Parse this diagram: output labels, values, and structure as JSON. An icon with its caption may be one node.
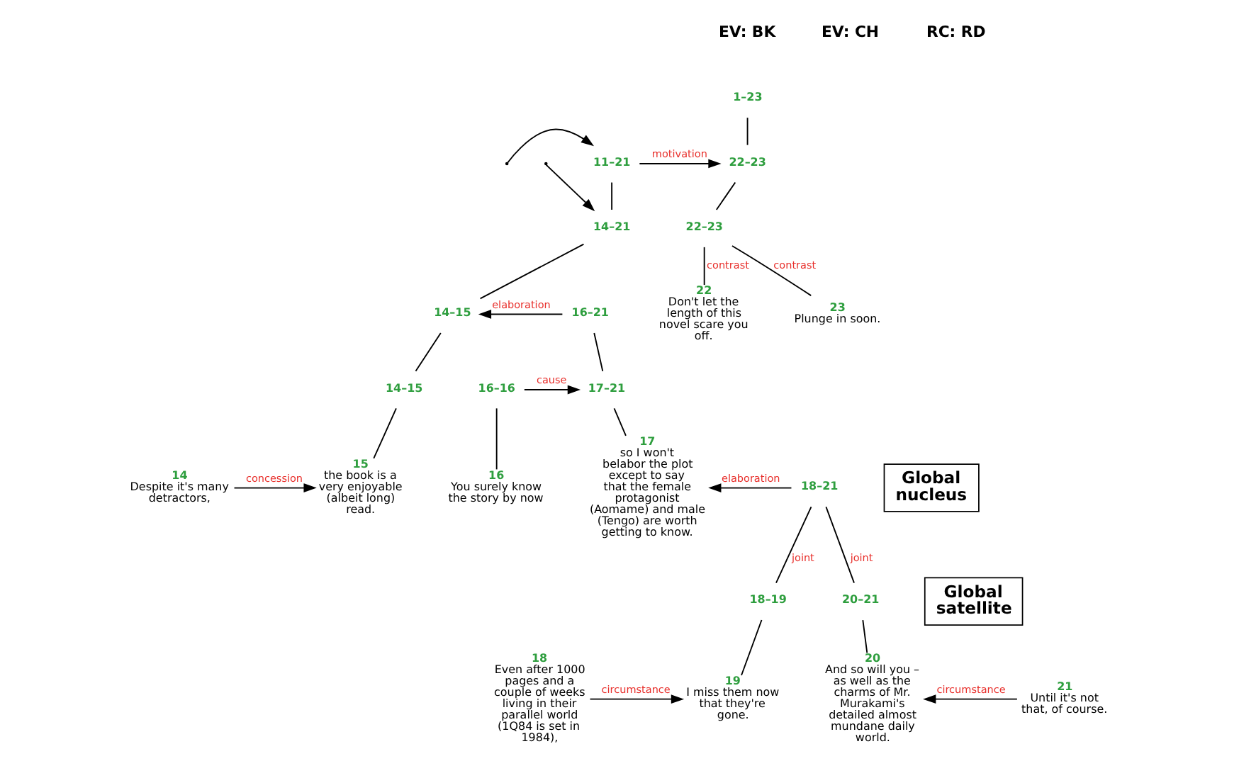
{
  "diagram": {
    "nodes": [
      {
        "text": [
          "1–23"
        ]
      },
      {
        "text": [
          "11–21"
        ]
      },
      {
        "text": [
          "22–23"
        ]
      },
      {
        "text": [
          "14–21"
        ]
      },
      {
        "text": [
          "22–23"
        ]
      },
      {
        "text": [
          "14–15"
        ]
      },
      {
        "text": [
          "16–21"
        ]
      },
      {
        "text": [
          "22",
          "Don't let the length of this novel scare you off."
        ]
      },
      {
        "text": [
          "23",
          "Plunge in soon."
        ]
      },
      {
        "text": [
          "14–15"
        ]
      },
      {
        "text": [
          "16–16"
        ]
      },
      {
        "text": [
          "17–21"
        ]
      },
      {
        "text": [
          "14",
          "Despite it's many detractors,"
        ]
      },
      {
        "text": [
          "15",
          "the book is a very enjoyable (albeit long) read."
        ]
      },
      {
        "text": [
          "16",
          "You surely know the story by now"
        ]
      },
      {
        "text": [
          "17",
          "so I won't belabor the plot except to say that the female protagonist (Aomame) and male (Tengo) are worth getting to know."
        ]
      },
      {
        "text": [
          "18–21"
        ]
      },
      {
        "text": [
          "Global nucleus"
        ]
      },
      {
        "text": [
          "18–19"
        ]
      },
      {
        "text": [
          "20–21"
        ]
      },
      {
        "text": [
          "Global satellite"
        ]
      },
      {
        "text": [
          "18",
          "Even after 1000 pages and a couple of weeks living in their parallel world (1Q84 is set in 1984),"
        ]
      },
      {
        "text": [
          "19",
          "I miss them now that they're gone."
        ]
      },
      {
        "text": [
          "20",
          "And so will you – as well as the charms of Mr. Murakami's detailed almost mundane daily world."
        ]
      },
      {
        "text": [
          "21",
          "Until it's not that, of course."
        ]
      }
    ],
    "edges": [
      {
        "from": 0,
        "to": 2,
        "arrow": "none"
      },
      {
        "from": null,
        "to": 1,
        "arrow": "to"
      },
      {
        "from": 1,
        "to": 2,
        "arrow": "to",
        "label": "motivation"
      },
      {
        "from": null,
        "to": 3,
        "arrow": "to"
      },
      {
        "from": 1,
        "to": 3,
        "arrow": "none"
      },
      {
        "from": 3,
        "to": 5,
        "arrow": "none"
      },
      {
        "from": 6,
        "to": 5,
        "arrow": "to",
        "label": "elaboration"
      },
      {
        "from": 2,
        "to": 4,
        "arrow": "none"
      },
      {
        "from": 4,
        "to": 7,
        "arrow": "none",
        "label": "contrast"
      },
      {
        "from": 4,
        "to": 8,
        "arrow": "none",
        "label": "contrast"
      },
      {
        "from": 5,
        "to": 9,
        "arrow": "none"
      },
      {
        "from": 6,
        "to": 11,
        "arrow": "none"
      },
      {
        "from": 10,
        "to": 11,
        "arrow": "to",
        "label": "cause"
      },
      {
        "from": 9,
        "to": 13,
        "arrow": "none"
      },
      {
        "from": 12,
        "to": 13,
        "arrow": "to",
        "label": "concession"
      },
      {
        "from": 10,
        "to": 14,
        "arrow": "none"
      },
      {
        "from": 11,
        "to": 15,
        "arrow": "none"
      },
      {
        "from": 16,
        "to": 15,
        "arrow": "to",
        "label": "elaboration"
      },
      {
        "from": 16,
        "to": 18,
        "arrow": "none",
        "label": "joint"
      },
      {
        "from": 16,
        "to": 19,
        "arrow": "none",
        "label": "joint"
      },
      {
        "from": 18,
        "to": 22,
        "arrow": "none"
      },
      {
        "from": 21,
        "to": 22,
        "arrow": "to",
        "label": "circumstance"
      },
      {
        "from": 19,
        "to": 23,
        "arrow": "none"
      },
      {
        "from": 24,
        "to": 23,
        "arrow": "to",
        "label": "circumstance"
      }
    ],
    "labels": [
      "EV: BK",
      "EV: CH",
      "RC: RD"
    ]
  }
}
